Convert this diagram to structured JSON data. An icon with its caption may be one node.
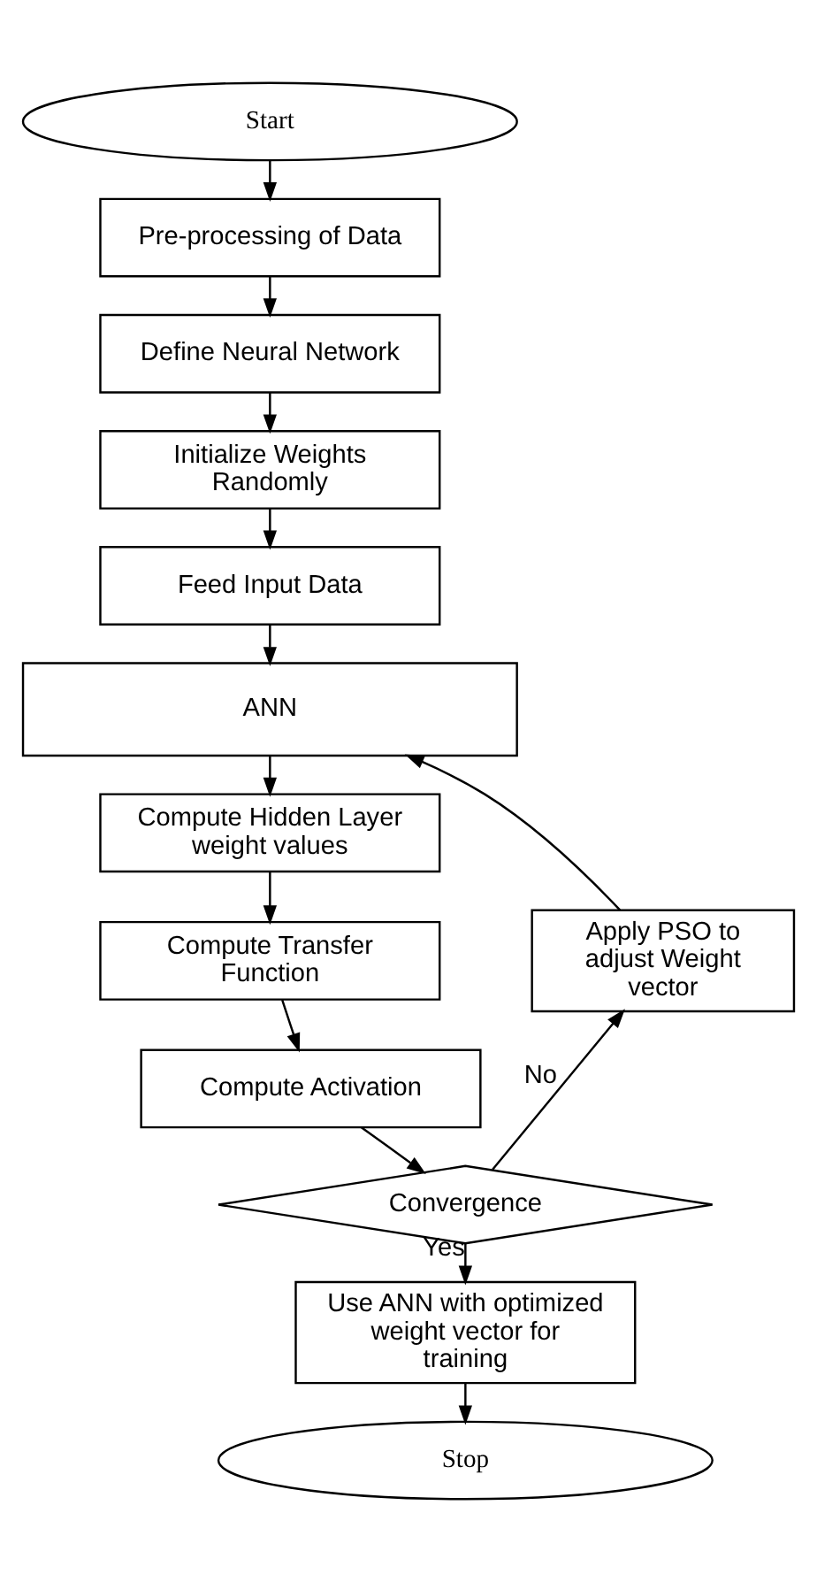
{
  "diagram": {
    "nodes": [
      {
        "text": [
          "Start"
        ]
      },
      {
        "text": [
          "Pre-processing of Data"
        ]
      },
      {
        "text": [
          "Define Neural Network"
        ]
      },
      {
        "text": [
          "Initialize Weights Randomly"
        ]
      },
      {
        "text": [
          "Feed Input Data"
        ]
      },
      {
        "text": [
          "ANN"
        ]
      },
      {
        "text": [
          "Compute Hidden Layer weight values"
        ]
      },
      {
        "text": [
          "Compute Transfer Function"
        ]
      },
      {
        "text": [
          "Compute Activation"
        ]
      },
      {
        "text": [
          "Convergence"
        ]
      },
      {
        "text": [
          "Apply PSO to adjust Weight vector"
        ]
      },
      {
        "text": [
          "Use ANN with optimized weight vector for training"
        ]
      },
      {
        "text": [
          "Stop"
        ]
      }
    ],
    "edges": [
      {
        "from": 0,
        "to": 1,
        "arrow": "to"
      },
      {
        "from": 1,
        "to": 2,
        "arrow": "to"
      },
      {
        "from": 2,
        "to": 3,
        "arrow": "to"
      },
      {
        "from": 3,
        "to": 4,
        "arrow": "to"
      },
      {
        "from": 4,
        "to": 5,
        "arrow": "to"
      },
      {
        "from": 5,
        "to": 6,
        "arrow": "to"
      },
      {
        "from": 6,
        "to": 7,
        "arrow": "to"
      },
      {
        "from": 7,
        "to": 8,
        "arrow": "to"
      },
      {
        "from": 8,
        "to": 9,
        "arrow": "to"
      },
      {
        "from": 9,
        "to": 10,
        "arrow": "to",
        "label": "No"
      },
      {
        "from": 10,
        "to": 5,
        "arrow": "to"
      },
      {
        "from": 9,
        "to": 11,
        "arrow": "to",
        "label": "Yes"
      },
      {
        "from": 11,
        "to": 12,
        "arrow": "to"
      }
    ]
  }
}
